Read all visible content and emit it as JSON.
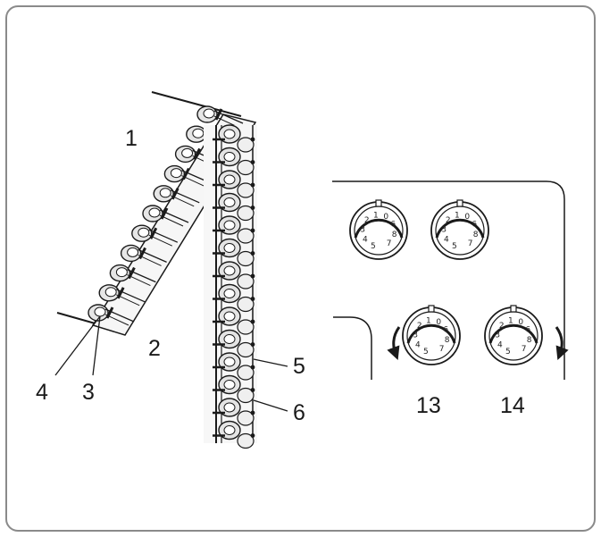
{
  "colors": {
    "line": "#1a1a1a",
    "fabric_fill": "#eaeaea",
    "frame_border": "#8a8a8a"
  },
  "callouts": {
    "c1": "1",
    "c2": "2",
    "c3": "3",
    "c4": "4",
    "c5": "5",
    "c6": "6",
    "c13": "13",
    "c14": "14"
  },
  "dials": [
    {
      "id": "dial-top-left",
      "numbers": [
        "5",
        "4",
        "3",
        "2",
        "1",
        "0",
        "6",
        "8",
        "7"
      ]
    },
    {
      "id": "dial-top-right",
      "numbers": [
        "5",
        "4",
        "3",
        "2",
        "1",
        "0",
        "6",
        "8",
        "7"
      ]
    },
    {
      "id": "dial-13",
      "numbers": [
        "5",
        "4",
        "3",
        "2",
        "1",
        "0",
        "6",
        "8",
        "7"
      ],
      "rotation": "counter-clockwise"
    },
    {
      "id": "dial-14",
      "numbers": [
        "5",
        "4",
        "3",
        "2",
        "1",
        "0",
        "6",
        "8",
        "7"
      ],
      "rotation": "clockwise"
    }
  ]
}
